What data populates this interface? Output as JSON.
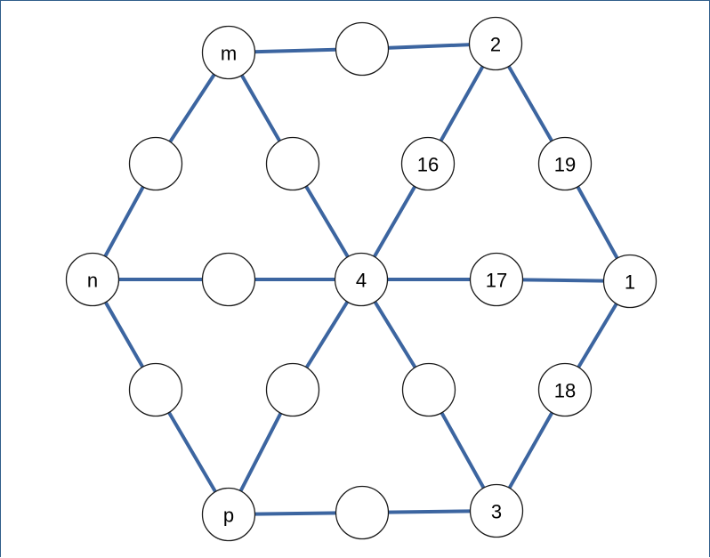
{
  "diagram": {
    "style": {
      "edge_color": "#3c65a0",
      "node_fill": "#ffffff",
      "node_stroke": "#1a1a1a",
      "label_color": "#000000",
      "frame_color": "#2f5d8a"
    },
    "nodes": [
      {
        "id": "top-left",
        "label": "m"
      },
      {
        "id": "top-mid",
        "label": ""
      },
      {
        "id": "top-right",
        "label": "2"
      },
      {
        "id": "upper-left-outer",
        "label": ""
      },
      {
        "id": "upper-left-inner",
        "label": ""
      },
      {
        "id": "upper-right-inner",
        "label": "16"
      },
      {
        "id": "upper-right-outer",
        "label": "19"
      },
      {
        "id": "left",
        "label": "n"
      },
      {
        "id": "mid-left",
        "label": ""
      },
      {
        "id": "center",
        "label": "4"
      },
      {
        "id": "mid-right",
        "label": "17"
      },
      {
        "id": "right",
        "label": "1"
      },
      {
        "id": "lower-left-outer",
        "label": ""
      },
      {
        "id": "lower-left-inner",
        "label": ""
      },
      {
        "id": "lower-right-inner",
        "label": ""
      },
      {
        "id": "lower-right-outer",
        "label": "18"
      },
      {
        "id": "bottom-left",
        "label": "p"
      },
      {
        "id": "bottom-mid",
        "label": ""
      },
      {
        "id": "bottom-right",
        "label": "3"
      }
    ],
    "edges": [
      [
        "top-left",
        "top-mid"
      ],
      [
        "top-mid",
        "top-right"
      ],
      [
        "top-left",
        "upper-left-outer"
      ],
      [
        "upper-left-outer",
        "left"
      ],
      [
        "top-left",
        "upper-left-inner"
      ],
      [
        "upper-left-inner",
        "center"
      ],
      [
        "top-right",
        "upper-right-inner"
      ],
      [
        "upper-right-inner",
        "center"
      ],
      [
        "top-right",
        "upper-right-outer"
      ],
      [
        "upper-right-outer",
        "right"
      ],
      [
        "left",
        "mid-left"
      ],
      [
        "mid-left",
        "center"
      ],
      [
        "center",
        "mid-right"
      ],
      [
        "mid-right",
        "right"
      ],
      [
        "left",
        "lower-left-outer"
      ],
      [
        "lower-left-outer",
        "bottom-left"
      ],
      [
        "center",
        "lower-left-inner"
      ],
      [
        "lower-left-inner",
        "bottom-left"
      ],
      [
        "center",
        "lower-right-inner"
      ],
      [
        "lower-right-inner",
        "bottom-right"
      ],
      [
        "right",
        "lower-right-outer"
      ],
      [
        "lower-right-outer",
        "bottom-right"
      ],
      [
        "bottom-left",
        "bottom-mid"
      ],
      [
        "bottom-mid",
        "bottom-right"
      ]
    ]
  }
}
